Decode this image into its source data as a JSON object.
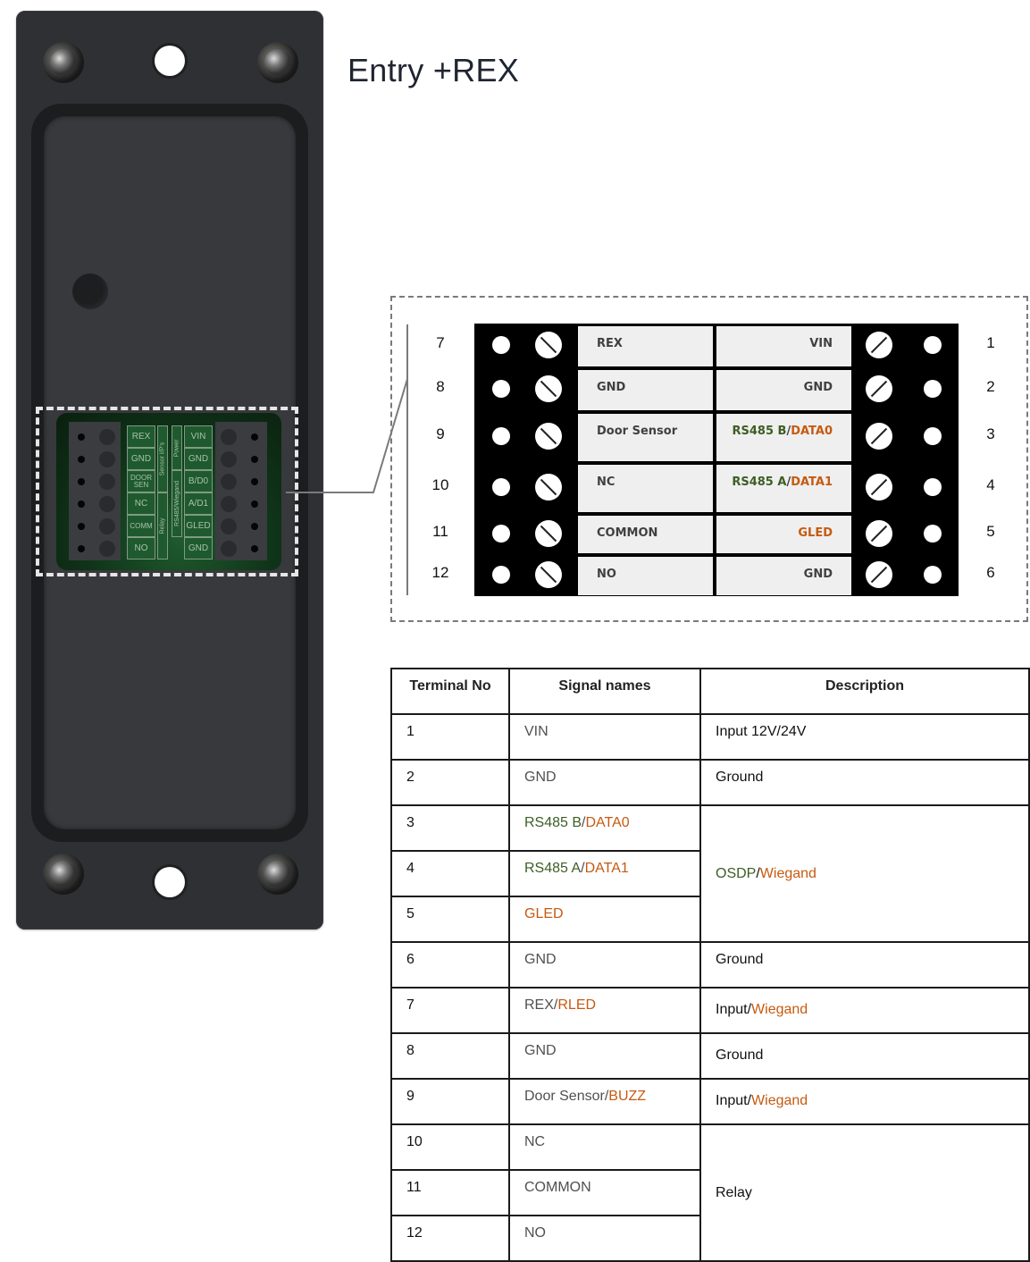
{
  "title": "Entry +REX",
  "colors": {
    "rs485_green": "#3c5e24",
    "wiegand_orange": "#c55a11",
    "label_gray": "#404040",
    "pcb_green": "#1f5a2e"
  },
  "device": {
    "pcb_labels": {
      "left": [
        "REX",
        "GND",
        "DOOR SEN",
        "NC",
        "COMM",
        "NO"
      ],
      "right": [
        "VIN",
        "GND",
        "B/D0",
        "A/D1",
        "GLED",
        "GND"
      ],
      "groups": {
        "sensor": "Sensor I/P's",
        "relay": "Relay",
        "power": "Power",
        "rs485": "RS485/Wiegand"
      }
    }
  },
  "callout": {
    "left_numbers": [
      "7",
      "8",
      "9",
      "10",
      "11",
      "12"
    ],
    "right_numbers": [
      "1",
      "2",
      "3",
      "4",
      "5",
      "6"
    ],
    "left_labels": [
      [
        {
          "t": "REX",
          "c": "dark"
        }
      ],
      [
        {
          "t": "GND",
          "c": "dark"
        }
      ],
      [
        {
          "t": "Door Sensor",
          "c": "dark"
        }
      ],
      [
        {
          "t": "NC",
          "c": "dark"
        }
      ],
      [
        {
          "t": "COMMON",
          "c": "dark"
        }
      ],
      [
        {
          "t": "NO",
          "c": "dark"
        }
      ]
    ],
    "right_labels": [
      [
        {
          "t": "VIN",
          "c": "dark"
        }
      ],
      [
        {
          "t": "GND",
          "c": "dark"
        }
      ],
      [
        {
          "t": "RS485 B",
          "c": "green"
        },
        {
          "t": "/",
          "c": "dark"
        },
        {
          "t": "DATA0",
          "c": "orange"
        }
      ],
      [
        {
          "t": "RS485 A",
          "c": "green"
        },
        {
          "t": "/",
          "c": "dark"
        },
        {
          "t": "DATA1",
          "c": "orange"
        }
      ],
      [
        {
          "t": "GLED",
          "c": "orange"
        }
      ],
      [
        {
          "t": "GND",
          "c": "dark"
        }
      ]
    ]
  },
  "table": {
    "headers": [
      "Terminal No",
      "Signal names",
      "Description"
    ],
    "rows": [
      {
        "num": "1",
        "num_color": "default",
        "signal": [
          {
            "t": "VIN",
            "c": "default"
          }
        ],
        "desc": [
          {
            "t": "Input 12V/24V",
            "c": "default"
          }
        ],
        "desc_span": 1
      },
      {
        "num": "2",
        "num_color": "default",
        "signal": [
          {
            "t": "GND",
            "c": "default"
          }
        ],
        "desc": [
          {
            "t": "Ground",
            "c": "default"
          }
        ],
        "desc_span": 1
      },
      {
        "num": "3",
        "num_color": "green",
        "signal": [
          {
            "t": "RS485 B",
            "c": "green"
          },
          {
            "t": "/",
            "c": "default"
          },
          {
            "t": "DATA0",
            "c": "orange"
          }
        ],
        "desc": [
          {
            "t": "OSDP",
            "c": "green"
          },
          {
            "t": "/",
            "c": "default"
          },
          {
            "t": "Wiegand",
            "c": "orange"
          }
        ],
        "desc_span": 3
      },
      {
        "num": "4",
        "num_color": "green",
        "signal": [
          {
            "t": "RS485 A",
            "c": "green"
          },
          {
            "t": "/",
            "c": "default"
          },
          {
            "t": "DATA1",
            "c": "orange"
          }
        ],
        "desc_span": 0
      },
      {
        "num": "5",
        "num_color": "default",
        "signal": [
          {
            "t": "GLED",
            "c": "orange"
          }
        ],
        "desc_span": 0
      },
      {
        "num": "6",
        "num_color": "default",
        "signal": [
          {
            "t": "GND",
            "c": "default"
          }
        ],
        "desc": [
          {
            "t": "Ground",
            "c": "default"
          }
        ],
        "desc_span": 1
      },
      {
        "num": "7",
        "num_color": "default",
        "signal": [
          {
            "t": "REX",
            "c": "default"
          },
          {
            "t": "/",
            "c": "default"
          },
          {
            "t": "RLED",
            "c": "orange"
          }
        ],
        "desc": [
          {
            "t": "Input",
            "c": "default"
          },
          {
            "t": "/",
            "c": "default"
          },
          {
            "t": "Wiegand",
            "c": "orange"
          }
        ],
        "desc_span": 1
      },
      {
        "num": "8",
        "num_color": "default",
        "signal": [
          {
            "t": "GND",
            "c": "default"
          }
        ],
        "desc": [
          {
            "t": "Ground",
            "c": "default"
          }
        ],
        "desc_span": 1
      },
      {
        "num": "9",
        "num_color": "default",
        "signal": [
          {
            "t": "Door Sensor",
            "c": "default"
          },
          {
            "t": "/",
            "c": "default"
          },
          {
            "t": "BUZZ",
            "c": "orange"
          }
        ],
        "desc": [
          {
            "t": "Input",
            "c": "default"
          },
          {
            "t": "/",
            "c": "default"
          },
          {
            "t": "Wiegand",
            "c": "orange"
          }
        ],
        "desc_span": 1
      },
      {
        "num": "10",
        "num_color": "default",
        "signal": [
          {
            "t": "NC",
            "c": "default"
          }
        ],
        "desc": [
          {
            "t": "Relay",
            "c": "default"
          }
        ],
        "desc_span": 3
      },
      {
        "num": "11",
        "num_color": "default",
        "signal": [
          {
            "t": "COMMON",
            "c": "default"
          }
        ],
        "desc_span": 0
      },
      {
        "num": "12",
        "num_color": "default",
        "signal": [
          {
            "t": "NO",
            "c": "default"
          }
        ],
        "desc_span": 0
      }
    ]
  }
}
